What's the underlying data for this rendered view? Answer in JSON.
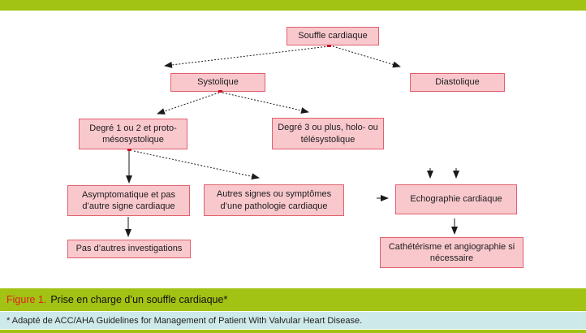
{
  "colors": {
    "header_bar_green": "#A2C214",
    "node_fill_pink": "#F9C8CD",
    "node_border_red": "#E0606C",
    "figure_label_red": "#E02020",
    "footnote_bg_blue": "#CEE9EA",
    "arrow_black": "#1a1a1a",
    "connector_dot_red": "#CC1122"
  },
  "diagram": {
    "nodes": [
      {
        "id": "souffle-cardiaque",
        "label": "Souffle cardiaque"
      },
      {
        "id": "systolique",
        "label": "Systolique"
      },
      {
        "id": "diastolique",
        "label": "Diastolique"
      },
      {
        "id": "degre-1-2",
        "label": "Degré 1 ou 2 et proto-mésosystolique"
      },
      {
        "id": "degre-3-plus",
        "label": "Degré 3 ou plus, holo- ou télésystolique"
      },
      {
        "id": "asymptomatique",
        "label": "Asymptomatique et pas d’autre signe cardiaque"
      },
      {
        "id": "autres-signes",
        "label": "Autres signes ou symptômes d’une pathologie cardiaque"
      },
      {
        "id": "echographie",
        "label": "Echographie cardiaque"
      },
      {
        "id": "pas-investigations",
        "label": "Pas d’autres investigations"
      },
      {
        "id": "catheterisme",
        "label": "Cathétérisme et angiographie si nécessaire"
      }
    ],
    "edges": [
      {
        "from": "souffle-cardiaque",
        "to": "systolique",
        "style": "dashed"
      },
      {
        "from": "souffle-cardiaque",
        "to": "diastolique",
        "style": "dashed"
      },
      {
        "from": "systolique",
        "to": "degre-1-2",
        "style": "dashed"
      },
      {
        "from": "systolique",
        "to": "degre-3-plus",
        "style": "dashed"
      },
      {
        "from": "degre-1-2",
        "to": "asymptomatique",
        "style": "solid"
      },
      {
        "from": "degre-1-2",
        "to": "autres-signes",
        "style": "dashed"
      },
      {
        "from": "asymptomatique",
        "to": "pas-investigations",
        "style": "solid"
      },
      {
        "from": "autres-signes",
        "to": "echographie",
        "style": "arrowhead-only"
      },
      {
        "from": "degre-3-plus",
        "to": "echographie",
        "style": "arrowhead-only"
      },
      {
        "from": "diastolique",
        "to": "echographie",
        "style": "arrowhead-only"
      },
      {
        "from": "echographie",
        "to": "catheterisme",
        "style": "solid"
      }
    ]
  },
  "caption": {
    "figure_label": "Figure 1.",
    "text": "Prise en charge d’un souffle cardiaque*"
  },
  "footnote": {
    "text": "* Adapté de ACC/AHA Guidelines for Management of Patient With Valvular Heart Disease."
  }
}
